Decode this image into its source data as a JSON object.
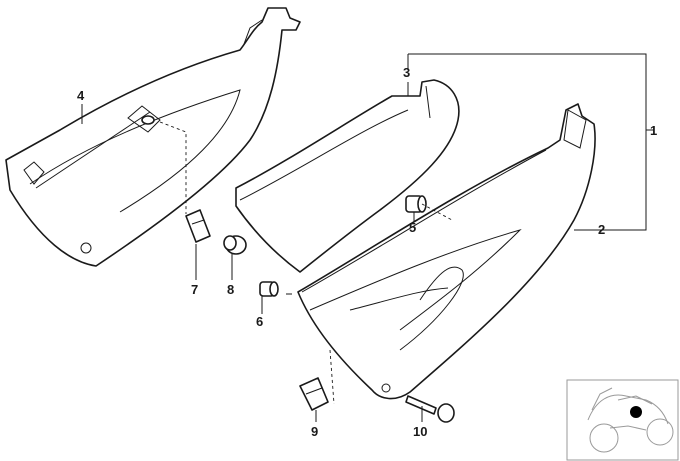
{
  "diagram": {
    "callouts": [
      {
        "id": "1",
        "text": "1"
      },
      {
        "id": "2",
        "text": "2"
      },
      {
        "id": "3",
        "text": "3"
      },
      {
        "id": "4",
        "text": "4"
      },
      {
        "id": "5",
        "text": "5"
      },
      {
        "id": "6",
        "text": "6"
      },
      {
        "id": "7",
        "text": "7"
      },
      {
        "id": "8",
        "text": "8"
      },
      {
        "id": "9",
        "text": "9"
      },
      {
        "id": "10",
        "text": "10"
      }
    ],
    "colors": {
      "ink": "#1a1a1a",
      "inset_outline": "#9a9a9a",
      "location_marker": "#000000"
    },
    "inset_icon": "motorcycle-locator-icon"
  }
}
